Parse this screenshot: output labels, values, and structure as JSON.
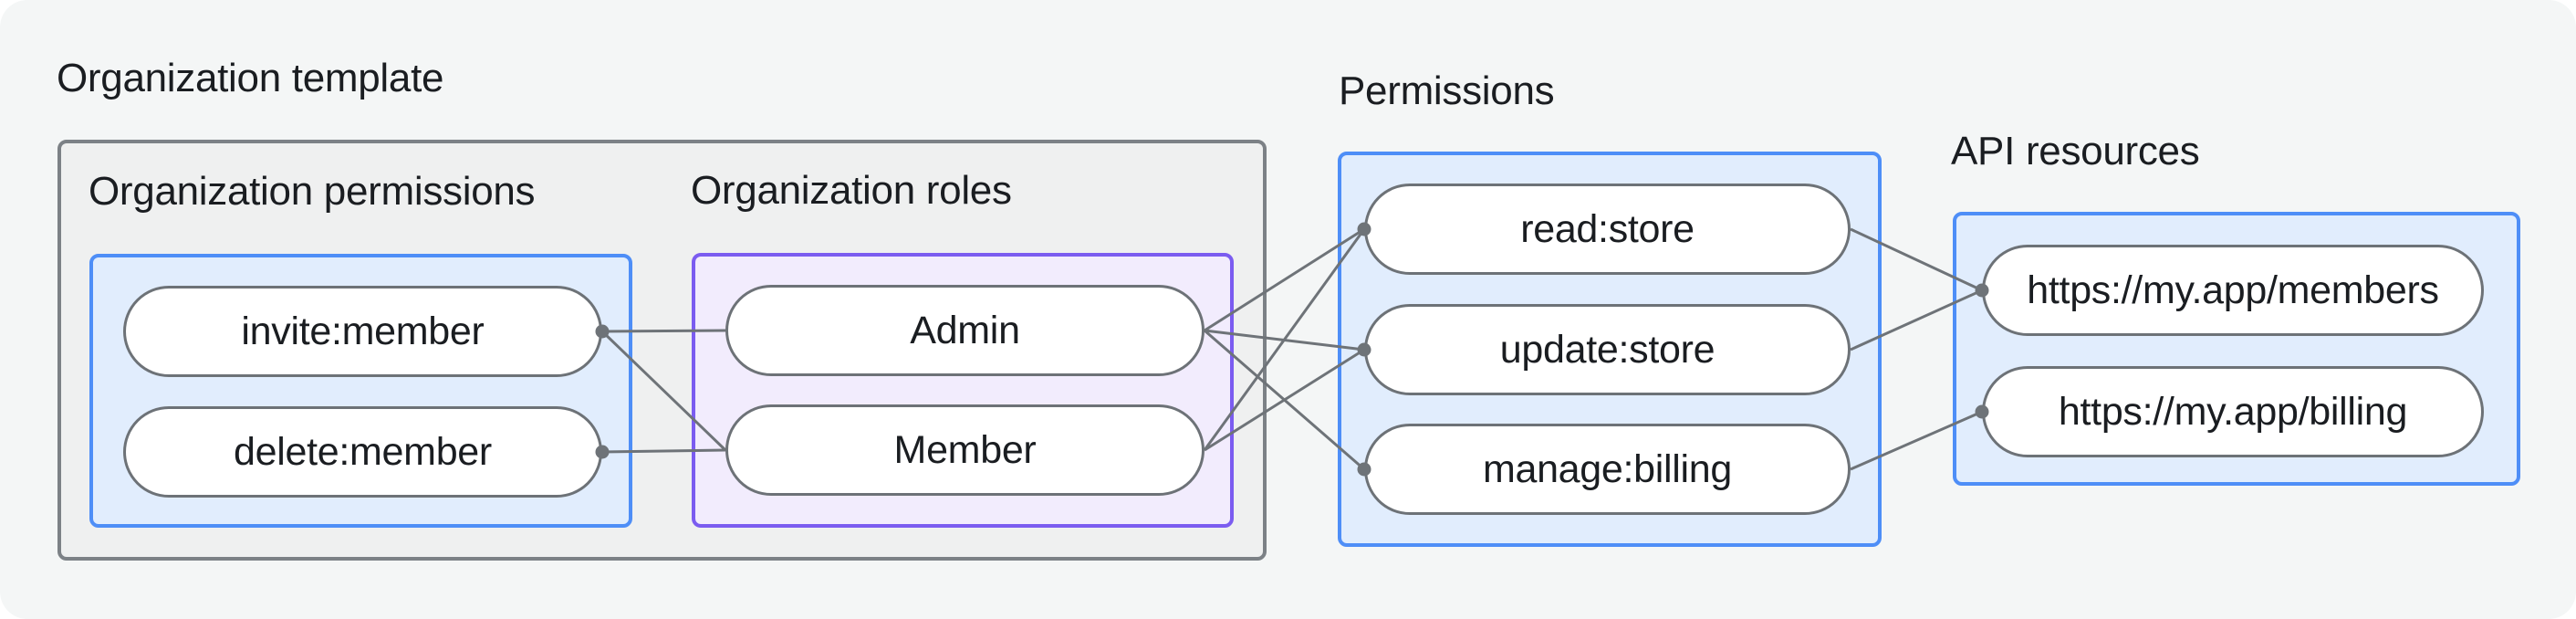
{
  "labels": {
    "organization_template": "Organization template",
    "organization_permissions": "Organization permissions",
    "organization_roles": "Organization roles",
    "permissions": "Permissions",
    "api_resources": "API resources"
  },
  "nodes": {
    "invite_member": {
      "label": "invite:member"
    },
    "delete_member": {
      "label": "delete:member"
    },
    "admin": {
      "label": "Admin"
    },
    "member": {
      "label": "Member"
    },
    "read_store": {
      "label": "read:store"
    },
    "update_store": {
      "label": "update:store"
    },
    "manage_billing": {
      "label": "manage:billing"
    },
    "api_members": {
      "label": "https://my.app/members"
    },
    "api_billing": {
      "label": "https://my.app/billing"
    }
  },
  "edges": [
    {
      "from": "invite_member",
      "to": "admin"
    },
    {
      "from": "invite_member",
      "to": "member"
    },
    {
      "from": "delete_member",
      "to": "member"
    },
    {
      "from": "admin",
      "to": "read_store"
    },
    {
      "from": "admin",
      "to": "update_store"
    },
    {
      "from": "admin",
      "to": "manage_billing"
    },
    {
      "from": "member",
      "to": "read_store"
    },
    {
      "from": "member",
      "to": "update_store"
    },
    {
      "from": "read_store",
      "to": "api_members"
    },
    {
      "from": "update_store",
      "to": "api_members"
    },
    {
      "from": "manage_billing",
      "to": "api_billing"
    }
  ],
  "colors": {
    "page_background": "#f4f6f6",
    "gray_box_fill": "#eff0f0",
    "gray_box_border": "#7c8186",
    "blue_box_fill": "#e1edfd",
    "blue_box_border": "#4e8ef7",
    "purple_box_fill": "#f2ecfd",
    "purple_box_border": "#7b5cf0",
    "pill_fill": "#ffffff",
    "pill_border": "#6d7277",
    "line": "#6e7378",
    "text": "#1a1d21"
  }
}
